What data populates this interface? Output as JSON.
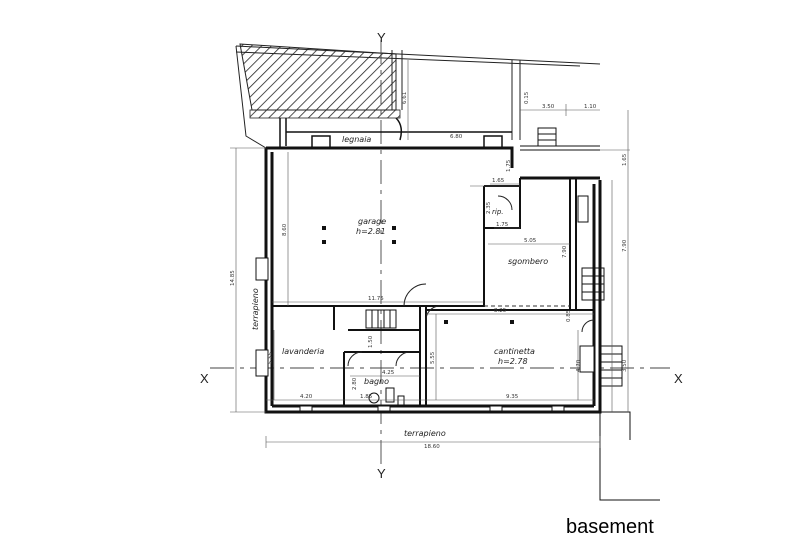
{
  "caption": "basement",
  "axes": {
    "y_top": "Y",
    "y_bottom": "Y",
    "x_left": "X",
    "x_right": "X"
  },
  "rooms": {
    "legnaia": "legnaia",
    "garage": "garage",
    "garage_height": "h=2.81",
    "rip": "rip.",
    "sgombero": "sgombero",
    "lavanderia": "lavanderia",
    "cantinetta": "cantinetta",
    "cantinetta_height": "h=2.78",
    "bagno": "bagno",
    "terrapieno_bottom": "terrapieno",
    "terrapieno_left": "terrapieno"
  },
  "dimensions": {
    "d_3_50": "3.50",
    "d_1_10": "1.10",
    "d_0_15": "0.15",
    "d_6_80": "6.80",
    "d_1_65a": "1.65",
    "d_1_75a": "1.75",
    "d_1_65b": "1.65",
    "d_2_35": "2.35",
    "d_1_75b": "1.75",
    "d_5_05": "5.05",
    "d_8_60": "8.60",
    "d_7_90a": "7.90",
    "d_7_90b": "7.90",
    "d_14_85": "14.85",
    "d_11_75": "11.75",
    "d_8_25": "8.25",
    "d_0_85": "0.85",
    "d_1_50": "1.50",
    "d_5_55a": "5.55",
    "d_5_55b": "5.55",
    "d_2_80": "2.80",
    "d_4_25": "4.25",
    "d_4_70": "4.70",
    "d_3_50b": "3.50",
    "d_4_20": "4.20",
    "d_1_85": "1.85",
    "d_9_35": "9.35",
    "d_18_60": "18.60",
    "d_6_61": "6.61"
  }
}
